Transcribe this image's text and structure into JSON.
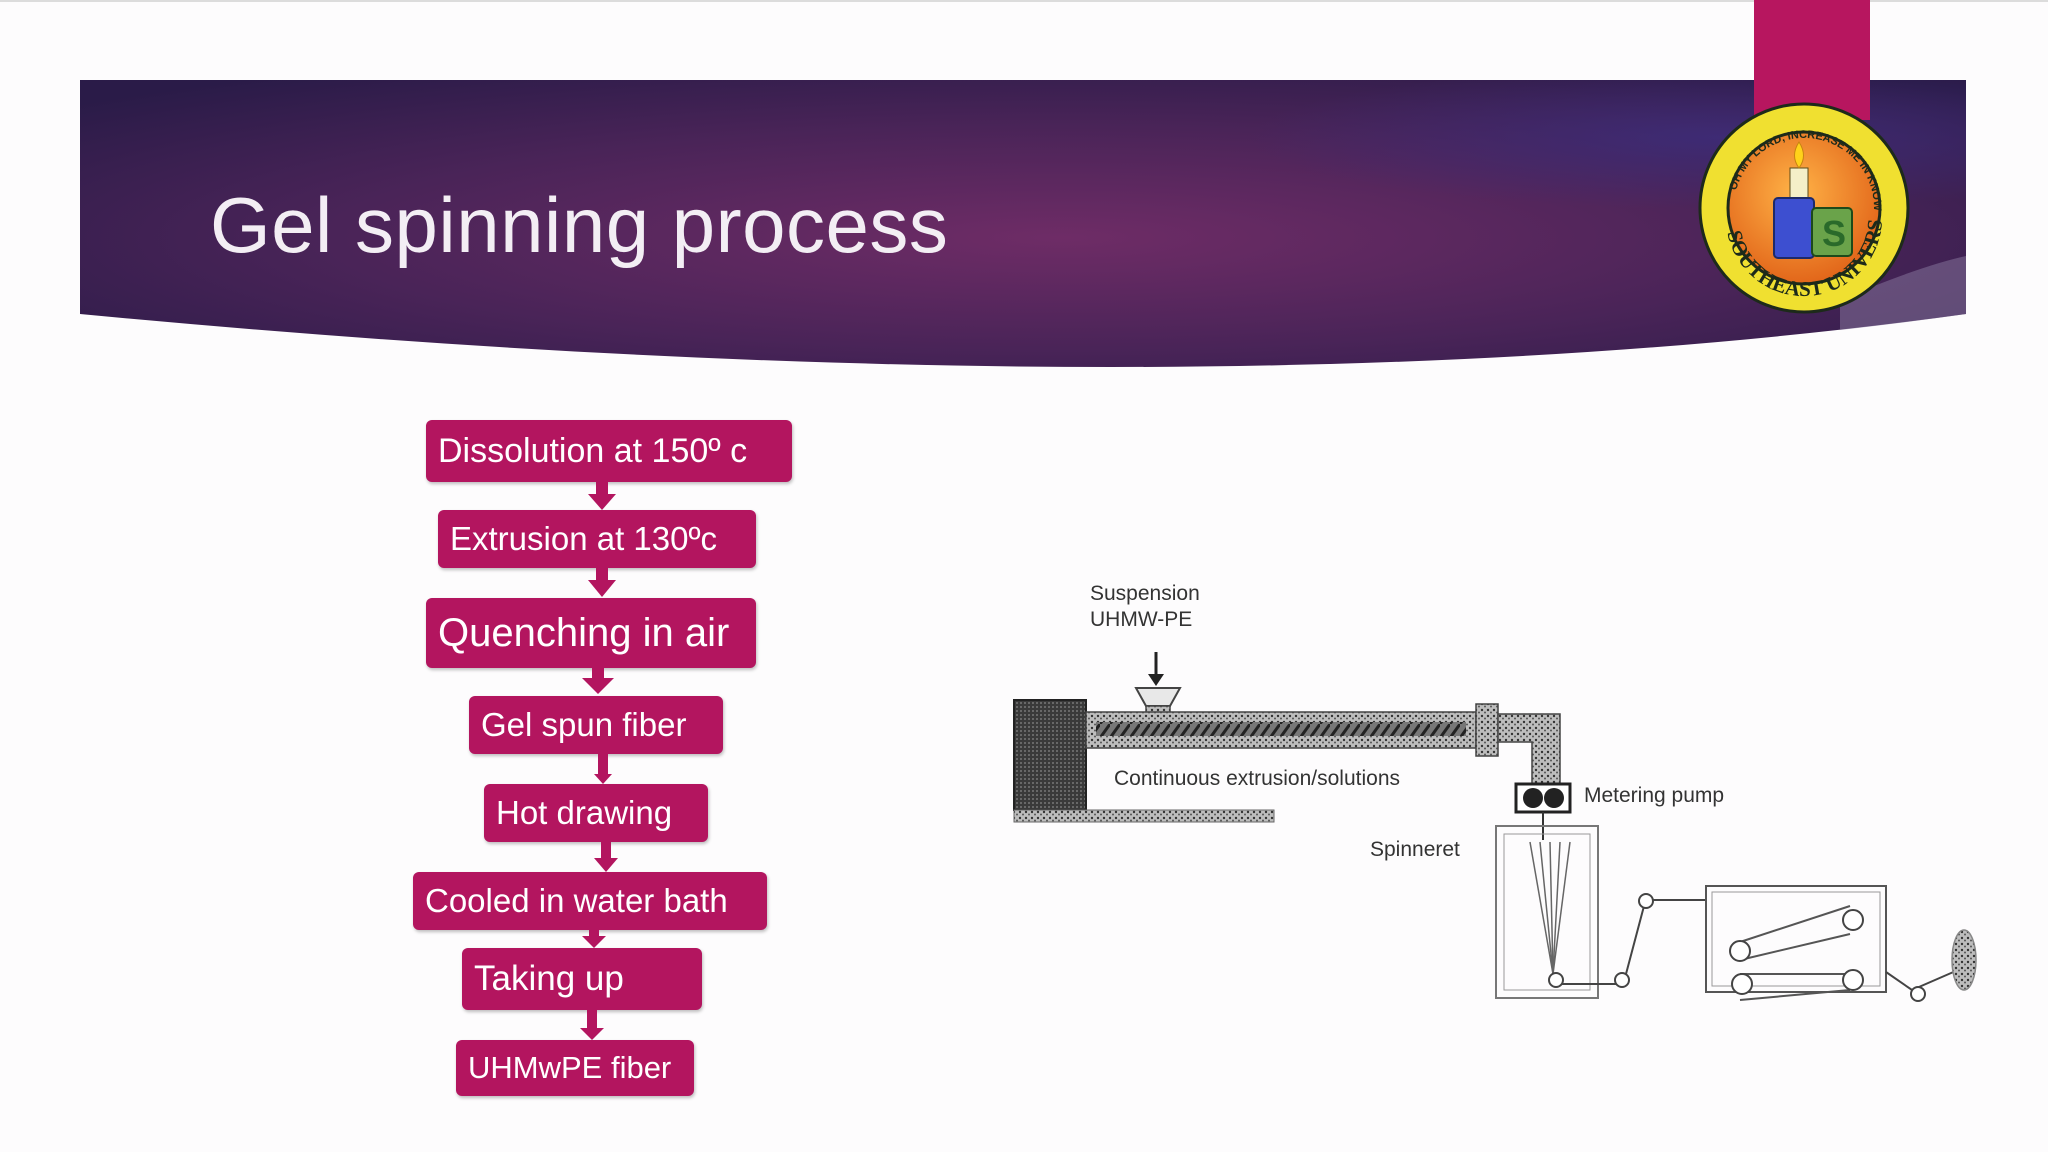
{
  "slide": {
    "title": "Gel spinning process"
  },
  "logo": {
    "ring_text_top": "OH MY LORD, INCREASE ME IN KNOWLEDGE",
    "ring_text_bottom": "SOUTHEAST UNIVERSITY"
  },
  "flowchart": {
    "steps": [
      "Dissolution at 150º c",
      "Extrusion at 130ºc",
      "Quenching in air",
      "Gel spun fiber",
      "Hot drawing",
      "Cooled in water bath",
      "Taking up",
      "UHMwPE fiber"
    ]
  },
  "diagram": {
    "suspension_line1": "Suspension",
    "suspension_line2": "UHMW-PE",
    "extrusion_label": "Continuous extrusion/solutions",
    "metering_label": "Metering pump",
    "spinneret_label": "Spinneret"
  },
  "colors": {
    "banner_dark": "#2a1a48",
    "banner_mid": "#6a2a62",
    "accent": "#b3155f"
  }
}
